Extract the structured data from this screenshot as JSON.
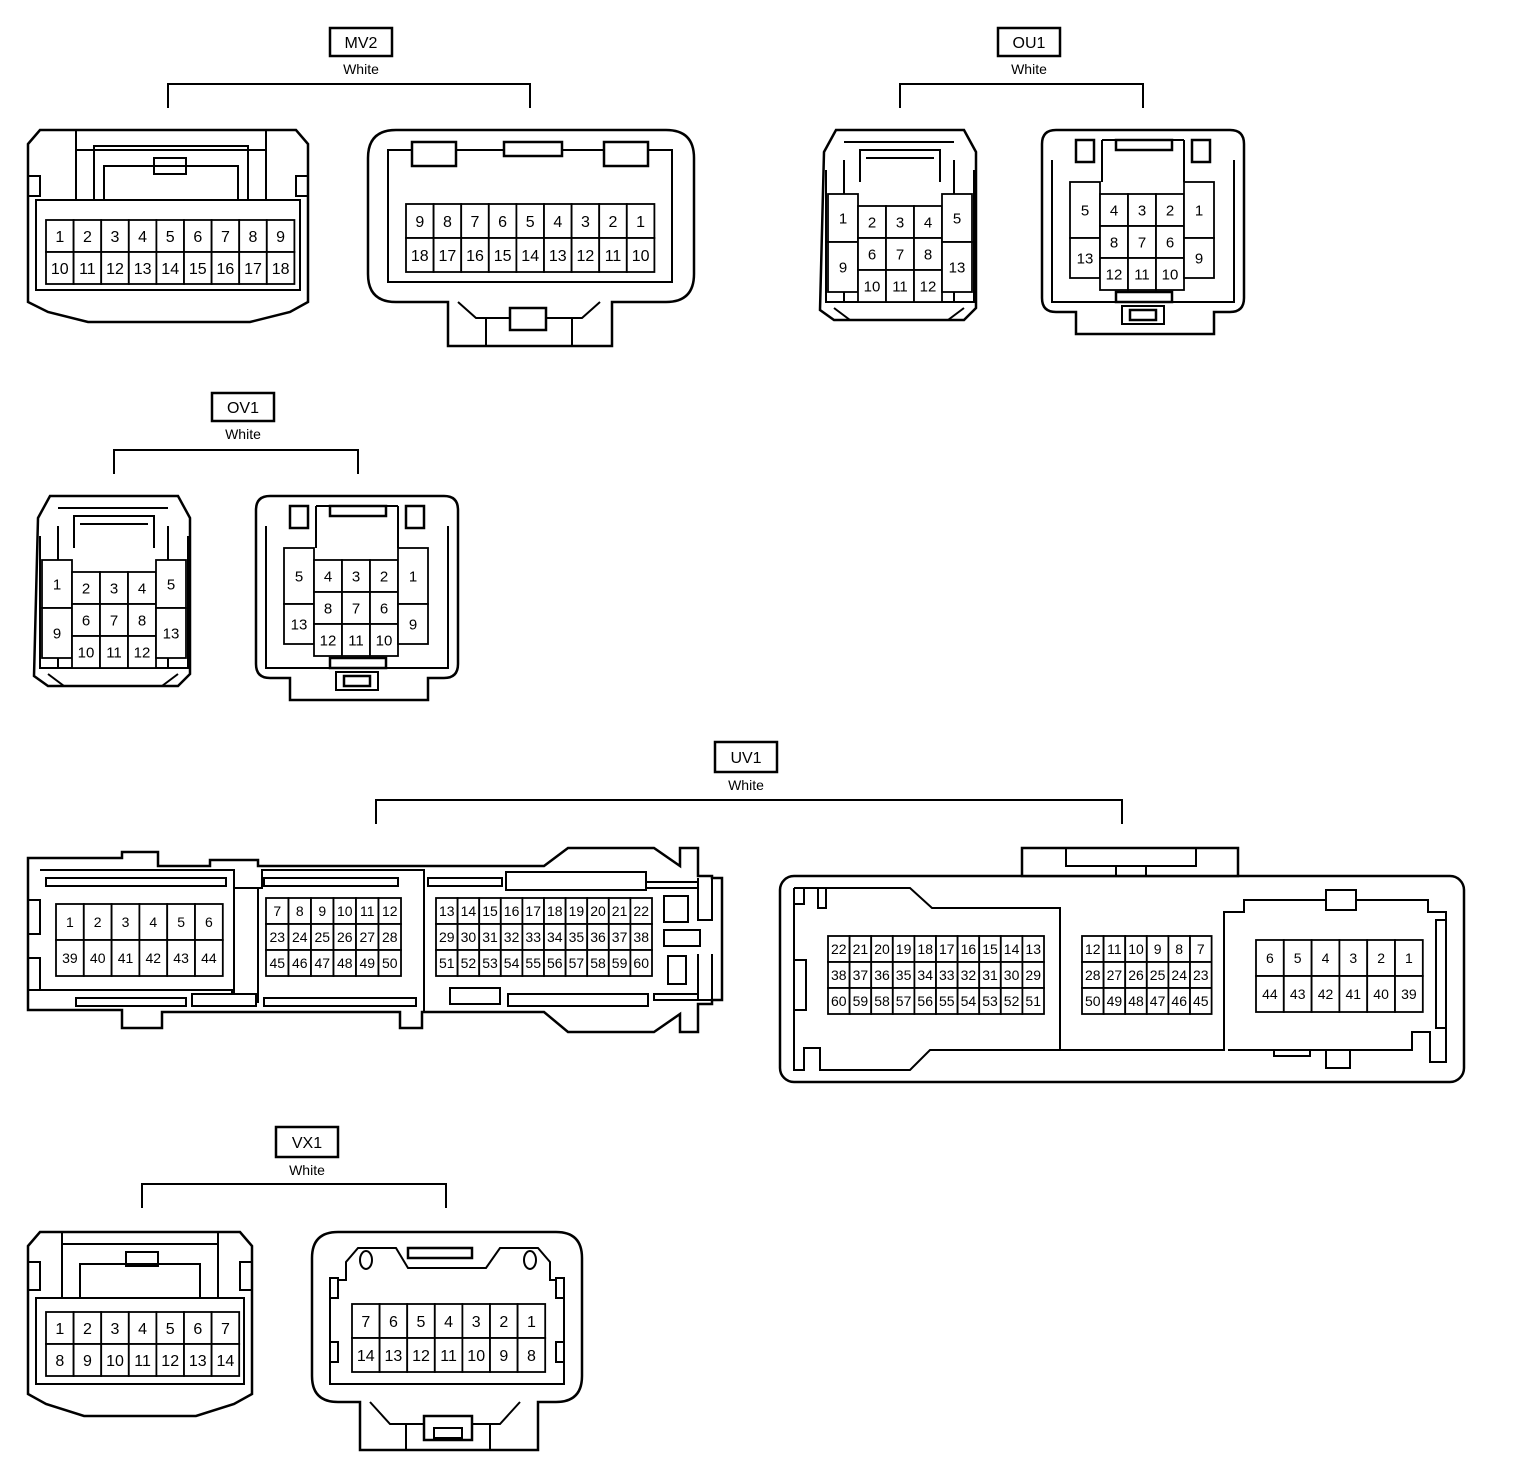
{
  "connectors": {
    "mv2": {
      "code": "MV2",
      "color": "White",
      "left_rows": [
        [
          "1",
          "2",
          "3",
          "4",
          "5",
          "6",
          "7",
          "8",
          "9"
        ],
        [
          "10",
          "11",
          "12",
          "13",
          "14",
          "15",
          "16",
          "17",
          "18"
        ]
      ],
      "right_rows": [
        [
          "9",
          "8",
          "7",
          "6",
          "5",
          "4",
          "3",
          "2",
          "1"
        ],
        [
          "18",
          "17",
          "16",
          "15",
          "14",
          "13",
          "12",
          "11",
          "10"
        ]
      ]
    },
    "ou1": {
      "code": "OU1",
      "color": "White",
      "left": {
        "side_l": [
          "1",
          "9"
        ],
        "center": [
          [
            "2",
            "3",
            "4"
          ],
          [
            "6",
            "7",
            "8"
          ],
          [
            "10",
            "11",
            "12"
          ]
        ],
        "side_r": [
          "5",
          "13"
        ]
      },
      "right": {
        "side_l": [
          "5",
          "13"
        ],
        "center": [
          [
            "4",
            "3",
            "2"
          ],
          [
            "8",
            "7",
            "6"
          ],
          [
            "12",
            "11",
            "10"
          ]
        ],
        "side_r": [
          "1",
          "9"
        ]
      }
    },
    "ov1": {
      "code": "OV1",
      "color": "White",
      "left": {
        "side_l": [
          "1",
          "9"
        ],
        "center": [
          [
            "2",
            "3",
            "4"
          ],
          [
            "6",
            "7",
            "8"
          ],
          [
            "10",
            "11",
            "12"
          ]
        ],
        "side_r": [
          "5",
          "13"
        ]
      },
      "right": {
        "side_l": [
          "5",
          "13"
        ],
        "center": [
          [
            "4",
            "3",
            "2"
          ],
          [
            "8",
            "7",
            "6"
          ],
          [
            "12",
            "11",
            "10"
          ]
        ],
        "side_r": [
          "1",
          "9"
        ]
      }
    },
    "uv1": {
      "code": "UV1",
      "color": "White",
      "left": [
        [
          [
            "1",
            "2",
            "3",
            "4",
            "5",
            "6"
          ],
          [
            "39",
            "40",
            "41",
            "42",
            "43",
            "44"
          ]
        ],
        [
          [
            "7",
            "8",
            "9",
            "10",
            "11",
            "12"
          ],
          [
            "23",
            "24",
            "25",
            "26",
            "27",
            "28"
          ],
          [
            "45",
            "46",
            "47",
            "48",
            "49",
            "50"
          ]
        ],
        [
          [
            "13",
            "14",
            "15",
            "16",
            "17",
            "18",
            "19",
            "20",
            "21",
            "22"
          ],
          [
            "29",
            "30",
            "31",
            "32",
            "33",
            "34",
            "35",
            "36",
            "37",
            "38"
          ],
          [
            "51",
            "52",
            "53",
            "54",
            "55",
            "56",
            "57",
            "58",
            "59",
            "60"
          ]
        ]
      ],
      "right": [
        [
          [
            "22",
            "21",
            "20",
            "19",
            "18",
            "17",
            "16",
            "15",
            "14",
            "13"
          ],
          [
            "38",
            "37",
            "36",
            "35",
            "34",
            "33",
            "32",
            "31",
            "30",
            "29"
          ],
          [
            "60",
            "59",
            "58",
            "57",
            "56",
            "55",
            "54",
            "53",
            "52",
            "51"
          ]
        ],
        [
          [
            "12",
            "11",
            "10",
            "9",
            "8",
            "7"
          ],
          [
            "28",
            "27",
            "26",
            "25",
            "24",
            "23"
          ],
          [
            "50",
            "49",
            "48",
            "47",
            "46",
            "45"
          ]
        ],
        [
          [
            "6",
            "5",
            "4",
            "3",
            "2",
            "1"
          ],
          [
            "44",
            "43",
            "42",
            "41",
            "40",
            "39"
          ]
        ]
      ]
    },
    "vx1": {
      "code": "VX1",
      "color": "White",
      "left_rows": [
        [
          "1",
          "2",
          "3",
          "4",
          "5",
          "6",
          "7"
        ],
        [
          "8",
          "9",
          "10",
          "11",
          "12",
          "13",
          "14"
        ]
      ],
      "right_rows": [
        [
          "7",
          "6",
          "5",
          "4",
          "3",
          "2",
          "1"
        ],
        [
          "14",
          "13",
          "12",
          "11",
          "10",
          "9",
          "8"
        ]
      ]
    }
  }
}
